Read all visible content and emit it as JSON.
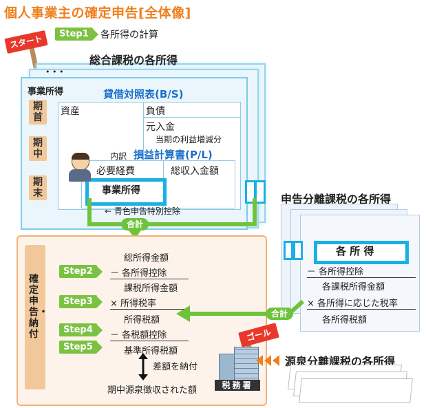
{
  "title": "個人事業主の確定申告[全体像]",
  "start_sign": "スタート",
  "goal_sign": "ゴール",
  "step1": {
    "label": "Step1",
    "text": "各所得の計算"
  },
  "sogo": {
    "title": "総合課税の各所得",
    "window_dots": "• • •",
    "business_income_tag": "事業所得",
    "periods": [
      "期首",
      "期中",
      "期末"
    ],
    "bs": {
      "title": "貸借対照表(B/S)",
      "assets": "資産",
      "liabilities": "負債",
      "capital": "元入金",
      "profit_increase": "当期の利益増減分"
    },
    "pl": {
      "prefix": "内訳",
      "title": "損益計算書(P/L)",
      "expenses": "必要経費",
      "revenue": "総収入金額",
      "business_income": "事業所得"
    },
    "blue_deduction": "← 青色申告特別控除",
    "merge": "合計"
  },
  "bunri": {
    "title": "申告分離課税の各所得",
    "box": "各 所 得",
    "lines": [
      "－ 各所得控除",
      "各課税所得金額",
      "× 各所得に応じた税率",
      "各所得税額"
    ],
    "merge": "合計"
  },
  "gensen": {
    "title": "源泉分離課税の各所得"
  },
  "final": {
    "side_label": "確定申告・納付",
    "steps": [
      "Step2",
      "Step3",
      "Step4",
      "Step5"
    ],
    "lines": [
      "総所得金額",
      "－ 各所得控除",
      "課税所得金額",
      "× 所得税率",
      "所得税額",
      "－ 各税額控除",
      "基準所得税額",
      "差額を納付",
      "期中源泉徴収された額"
    ]
  },
  "tax_office": "税務署",
  "colors": {
    "title": "#f07f1e",
    "step": "#7cc242",
    "highlight": "#1ab0e6",
    "blue_title": "#1a6fc9",
    "final_bg": "#fdf3ea",
    "final_border": "#f2b27a"
  }
}
